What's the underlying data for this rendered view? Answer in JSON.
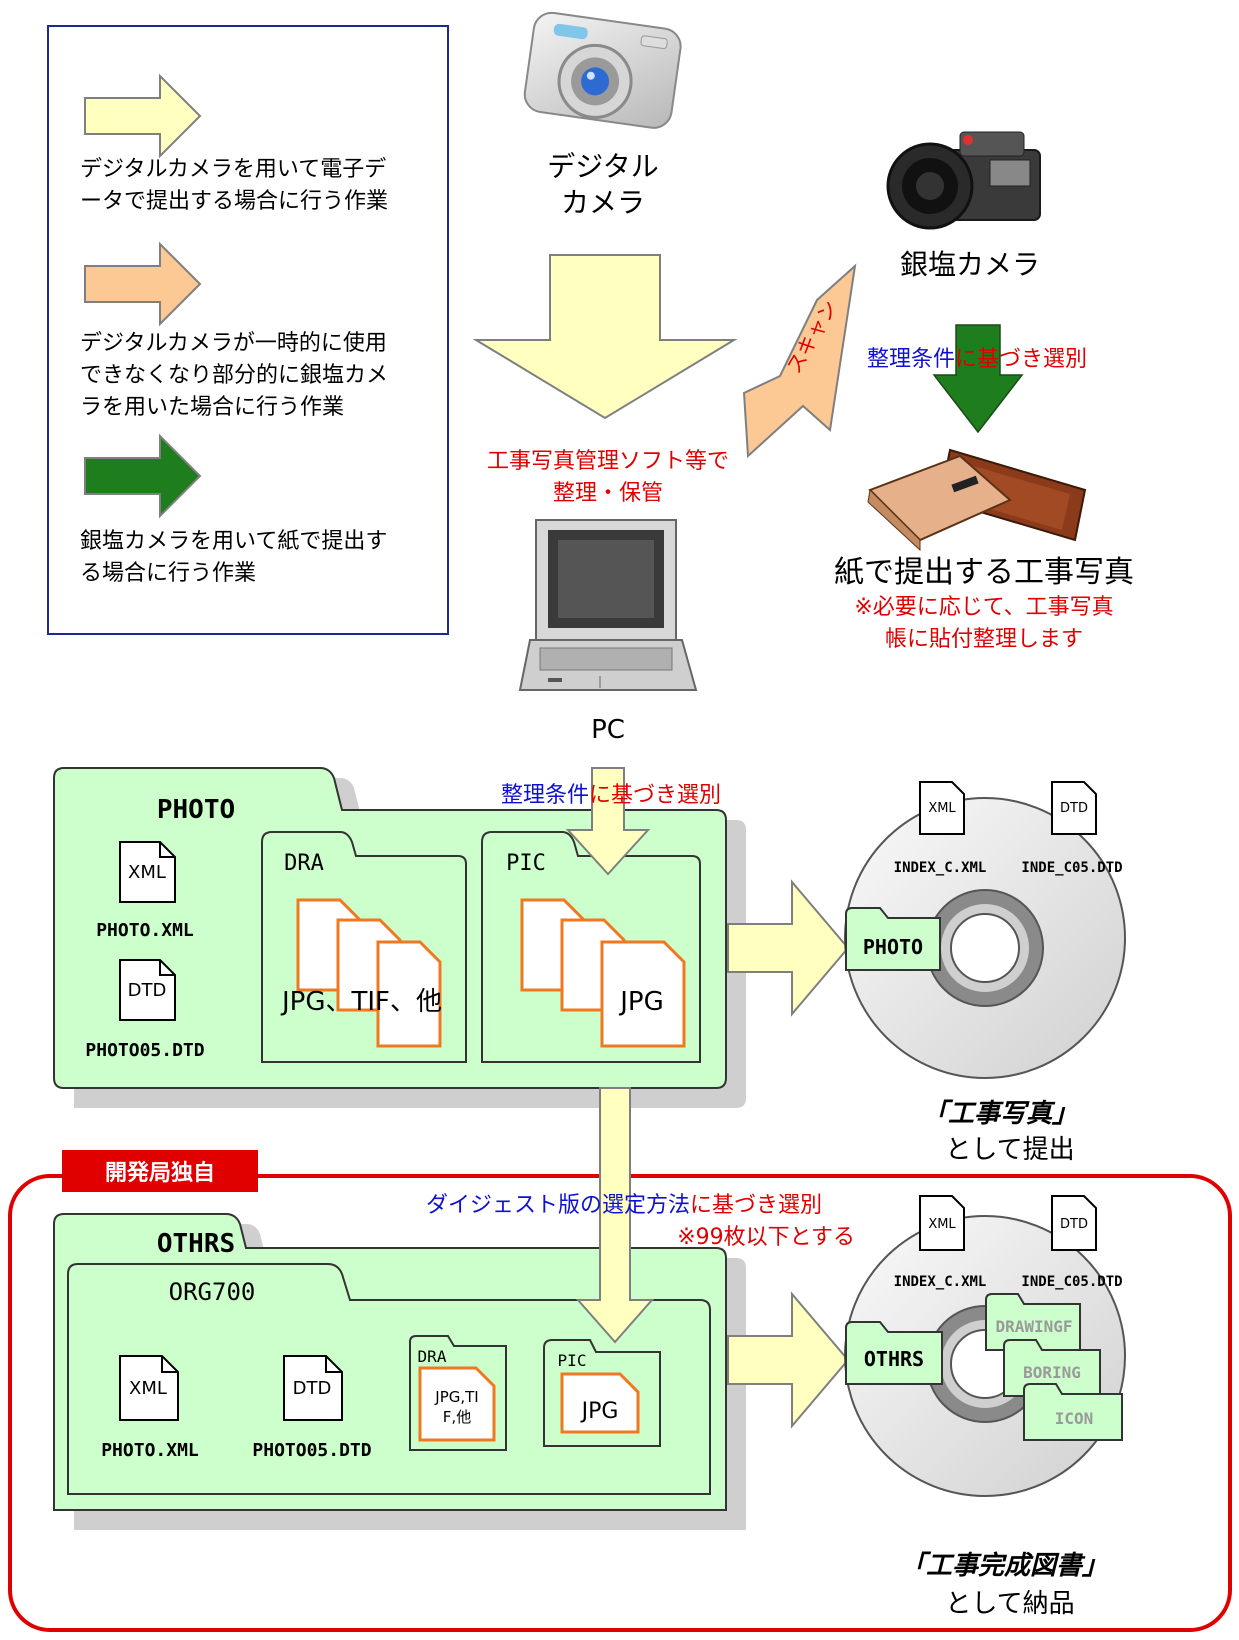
{
  "legend": {
    "items": [
      {
        "text_line1": "デジタルカメラを用いて電子デ",
        "text_line2": "ータで提出する場合に行う作業",
        "text_line3": "",
        "arrow_color": "#FFFFC0"
      },
      {
        "text_line1": "デジタルカメラが一時的に使用",
        "text_line2": "できなくなり部分的に銀塩カメ",
        "text_line3": "ラを用いた場合に行う作業",
        "arrow_color": "#FCC894"
      },
      {
        "text_line1": "銀塩カメラを用いて紙で提出す",
        "text_line2": "る場合に行う作業",
        "text_line3": "",
        "arrow_color": "#1E7E1E"
      }
    ]
  },
  "top": {
    "digital_camera_line1": "デジタル",
    "digital_camera_line2": "カメラ",
    "film_camera": "銀塩カメラ",
    "scan": "スキャン",
    "select_film_a": "整理条件",
    "select_film_b": "に基づき選別",
    "software_line1": "工事写真管理ソフト等で",
    "software_line2": "整理・保管",
    "pc": "PC",
    "paper_title": "紙で提出する工事写真",
    "paper_note1": "※必要に応じて、工事写真",
    "paper_note2": "帳に貼付整理します"
  },
  "middle": {
    "select_a": "整理条件",
    "select_b": "に基づき選別",
    "photo_folder": "PHOTO",
    "photo_xml_icon": "XML",
    "photo_xml": "PHOTO.XML",
    "photo_dtd_icon": "DTD",
    "photo_dtd": "PHOTO05.DTD",
    "dra_folder": "DRA",
    "dra_files": "JPG、TIF、他",
    "pic_folder": "PIC",
    "pic_files": "JPG",
    "cd_xml_icon": "XML",
    "cd_xml": "INDEX_C.XML",
    "cd_dtd_icon": "DTD",
    "cd_dtd": "INDE_C05.DTD",
    "cd_folder": "PHOTO",
    "submit_title": "「工事写真」",
    "submit_sub": "として提出"
  },
  "bottom": {
    "badge": "開発局独自",
    "digest_a": "ダイジェスト版の選定方法",
    "digest_b": "に基づき選別",
    "digest_note": "※99枚以下とする",
    "othrs_folder": "OTHRS",
    "org_folder": "ORG700",
    "xml_icon": "XML",
    "xml_file": "PHOTO.XML",
    "dtd_icon": "DTD",
    "dtd_file": "PHOTO05.DTD",
    "dra_folder": "DRA",
    "dra_files_line1": "JPG,TI",
    "dra_files_line2": "F,他",
    "pic_folder": "PIC",
    "pic_files": "JPG",
    "cd_xml_icon": "XML",
    "cd_xml": "INDEX_C.XML",
    "cd_dtd_icon": "DTD",
    "cd_dtd": "INDE_C05.DTD",
    "cd_othrs": "OTHRS",
    "cd_drawingf": "DRAWINGF",
    "cd_boring": "BORING",
    "cd_icon": "ICON",
    "submit_title": "「工事完成図書」",
    "submit_sub": "として納品"
  }
}
